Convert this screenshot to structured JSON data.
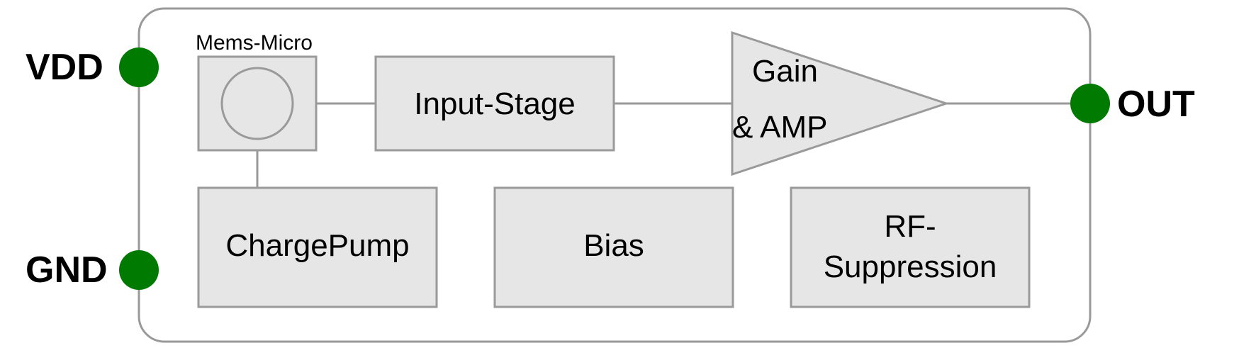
{
  "pins": {
    "vdd": "VDD",
    "gnd": "GND",
    "out": "OUT"
  },
  "blocks": {
    "mic_label": "Mems-Micro",
    "input_stage": "Input-Stage",
    "gain_line1": "Gain",
    "gain_line2": "& AMP",
    "charge_pump": "ChargePump",
    "bias": "Bias",
    "rf_line1": "RF-",
    "rf_line2": "Suppression"
  },
  "colors": {
    "pin_dot": "#007a00",
    "block_fill": "#e6e6e6",
    "stroke": "#9a9a9a"
  }
}
